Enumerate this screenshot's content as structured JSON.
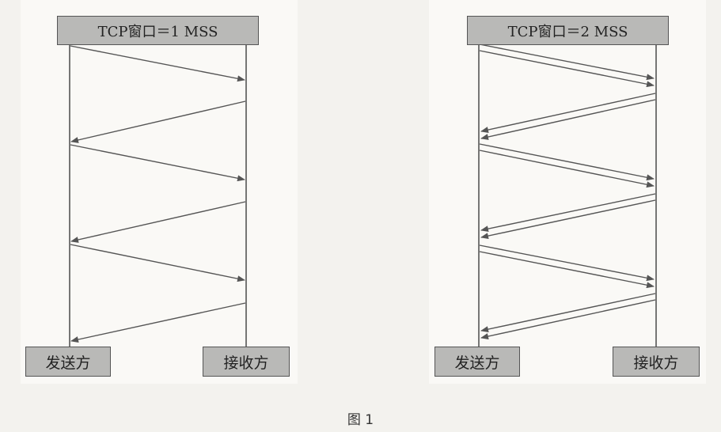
{
  "panels": [
    {
      "title": "TCP窗口＝1 MSS",
      "sender": "发送方",
      "receiver": "接收方"
    },
    {
      "title": "TCP窗口＝2 MSS",
      "sender": "发送方",
      "receiver": "接收方"
    }
  ],
  "caption": "图 1",
  "colors": {
    "box_fill": "#b9b9b7",
    "line": "#555555",
    "background": "#f3f2ee"
  }
}
